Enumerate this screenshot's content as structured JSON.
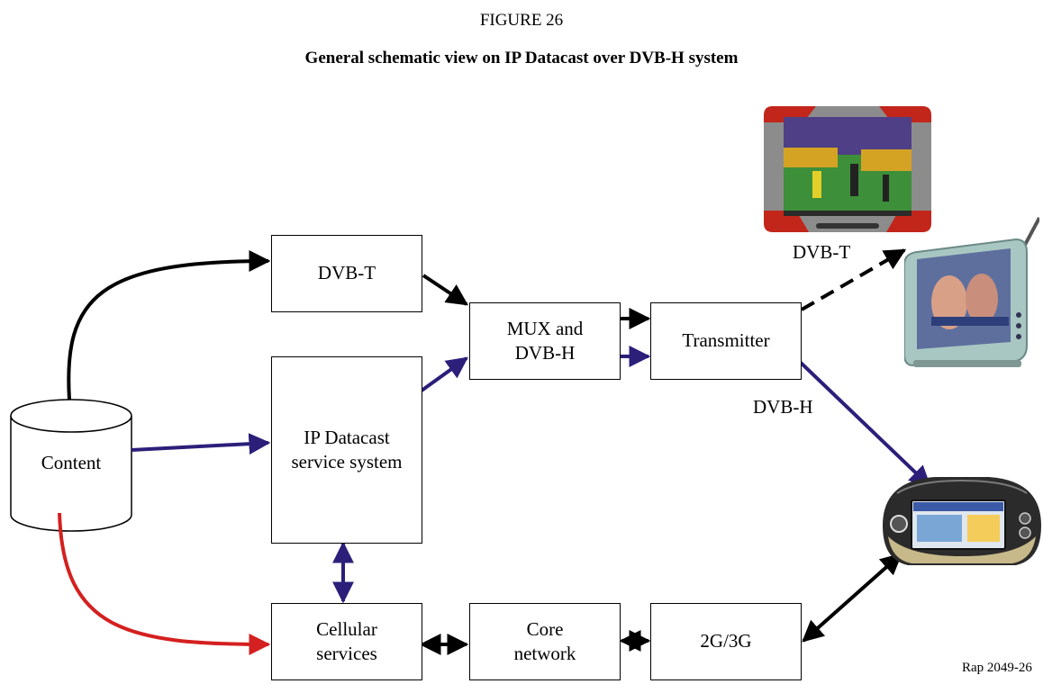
{
  "figure": {
    "label": "FIGURE 26",
    "title": "General schematic view on IP Datacast over DVB-H system",
    "reference": "Rap 2049-26"
  },
  "nodes": {
    "content": "Content",
    "dvbt": "DVB-T",
    "ipdc": "IP Datacast\nservice system",
    "mux": "MUX and\nDVB-H",
    "transmitter": "Transmitter",
    "cellular": "Cellular\nservices",
    "core": "Core\nnetwork",
    "g2g3": "2G/3G"
  },
  "edge_labels": {
    "dvbt_link": "DVB-T",
    "dvbh_link": "DVB-H"
  },
  "devices": {
    "tv": "tv-receiver-picture",
    "portable": "portable-tv-picture",
    "phone": "mobile-handset-picture"
  },
  "colors": {
    "black": "#000000",
    "navy": "#2b1f7a",
    "red": "#d42020"
  }
}
